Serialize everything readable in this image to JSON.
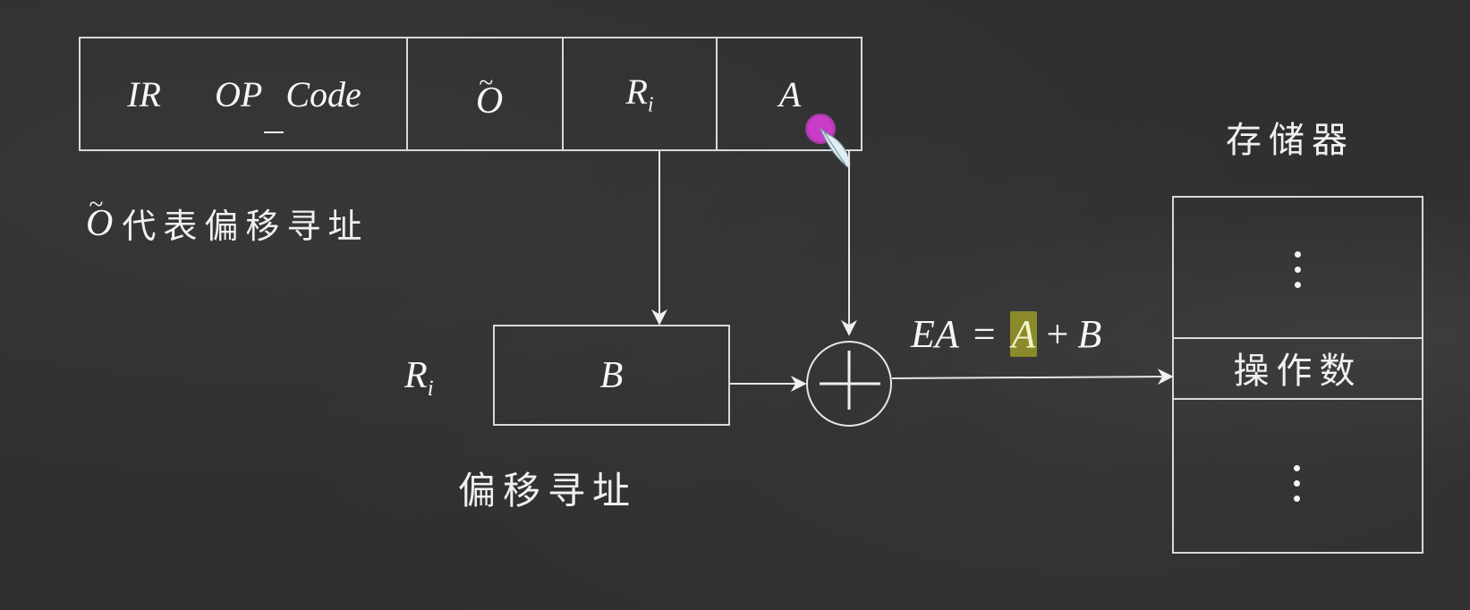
{
  "instruction_format": {
    "cells": [
      {
        "id": "ir-opcode",
        "prefix": "IR",
        "label": "OP",
        "label2": "Code",
        "underscore": "_"
      },
      {
        "id": "offset-mode",
        "label": "O",
        "tilde": "~"
      },
      {
        "id": "register",
        "label": "R",
        "subscript": "i"
      },
      {
        "id": "address",
        "label": "A"
      }
    ]
  },
  "legend_note": {
    "symbol": "O",
    "tilde": "~",
    "text": "代表偏移寻址"
  },
  "register_box": {
    "label": "R",
    "subscript": "i",
    "content": "B"
  },
  "adder": {
    "symbol": "+"
  },
  "formula": {
    "lhs": "EA",
    "eq": "=",
    "a": "A",
    "plus": "+",
    "b": "B",
    "highlighted_term": "A",
    "highlight_color": "#8a8a2a"
  },
  "caption": "偏移寻址",
  "memory": {
    "title": "存储器",
    "rows": [
      {
        "type": "ellipsis"
      },
      {
        "type": "label",
        "text": "操作数"
      },
      {
        "type": "ellipsis"
      }
    ]
  },
  "pointer": {
    "color": "#c83cc8",
    "icon": "quill-pen-cursor"
  },
  "colors": {
    "background": "#2f2f2f",
    "stroke": "#d9d9d9",
    "text": "#f4f4f4"
  }
}
